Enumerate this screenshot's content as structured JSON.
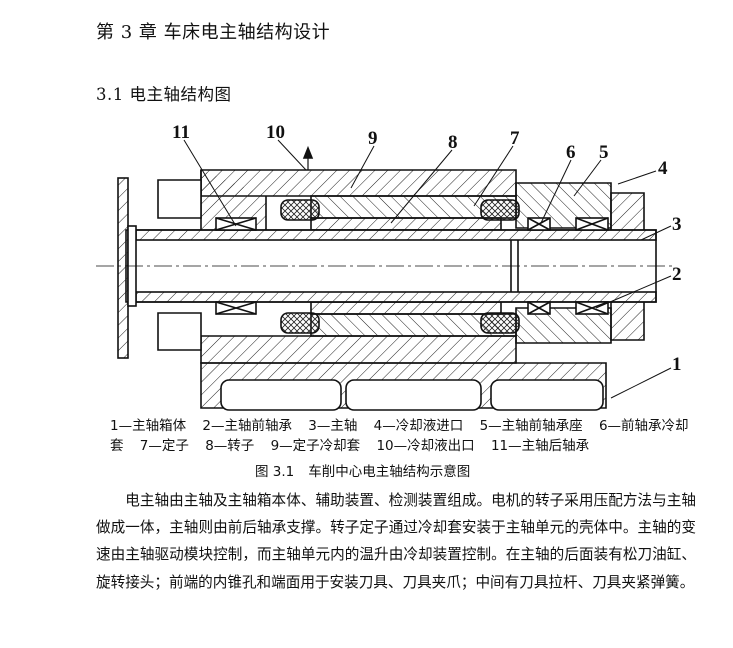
{
  "chapter": {
    "title": "第 3 章  车床电主轴结构设计"
  },
  "section": {
    "title": "3.1  电主轴结构图"
  },
  "figure": {
    "callouts": [
      "1",
      "2",
      "3",
      "4",
      "5",
      "6",
      "7",
      "8",
      "9",
      "10",
      "11"
    ],
    "legend": [
      "1—主轴箱体",
      "2—主轴前轴承",
      "3—主轴",
      "4—冷却液进口",
      "5—主轴前轴承座",
      "6—前轴承冷却套",
      "7—定子",
      "8—转子",
      "9—定子冷却套",
      "10—冷却液出口",
      "11—主轴后轴承"
    ],
    "caption_number": "图 3.1",
    "caption_text": "车削中心电主轴结构示意图"
  },
  "body": {
    "paragraph": "电主轴由主轴及主轴箱本体、辅助装置、检测装置组成。电机的转子采用压配方法与主轴做成一体，主轴则由前后轴承支撑。转子定子通过冷却套安装于主轴单元的壳体中。主轴的变速由主轴驱动模块控制，而主轴单元内的温升由冷却装置控制。在主轴的后面装有松刀油缸、旋转接头；前端的内锥孔和端面用于安装刀具、刀具夹爪；中间有刀具拉杆、刀具夹紧弹簧。"
  }
}
